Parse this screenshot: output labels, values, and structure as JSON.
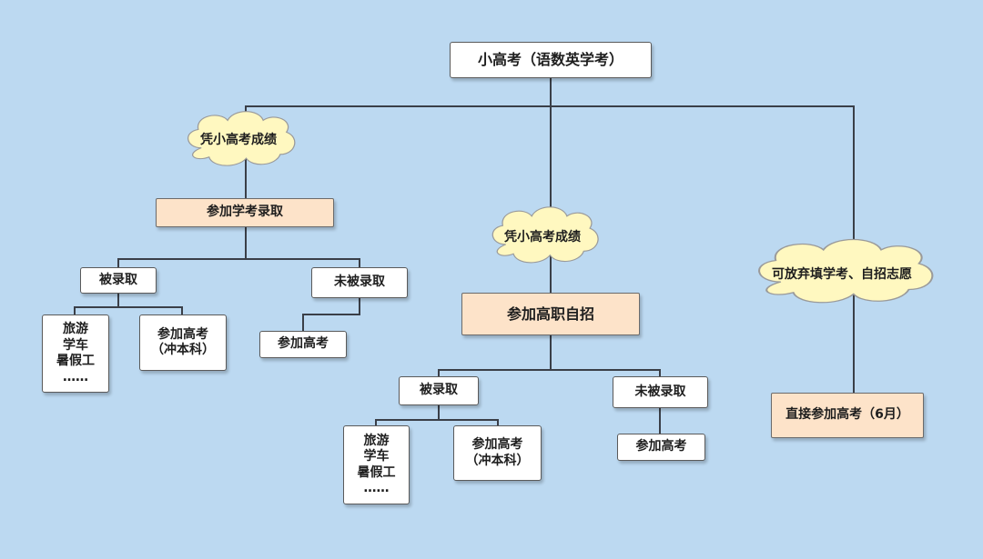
{
  "root": "小高考（语数英学考）",
  "branch_left": {
    "cloud": "凭小高考成绩",
    "box": "参加学考录取",
    "admitted": "被录取",
    "admitted_options": [
      "旅游\n学车\n暑假工\n……",
      "参加高考\n（冲本科）"
    ],
    "not_admitted": "未被录取",
    "not_admitted_option": "参加高考"
  },
  "branch_middle": {
    "cloud": "凭小高考成绩",
    "box": "参加高职自招",
    "admitted": "被录取",
    "admitted_options": [
      "旅游\n学车\n暑假工\n……",
      "参加高考\n（冲本科）"
    ],
    "not_admitted": "未被录取",
    "not_admitted_option": "参加高考"
  },
  "branch_right": {
    "cloud": "可放弃填学考、自招志愿",
    "box": "直接参加高考（6月）"
  },
  "colors": {
    "background": "#bcd9f1",
    "highlight_box": "#fde3c9",
    "cloud_fill": "#fff8c0",
    "line": "#3a3f48"
  }
}
